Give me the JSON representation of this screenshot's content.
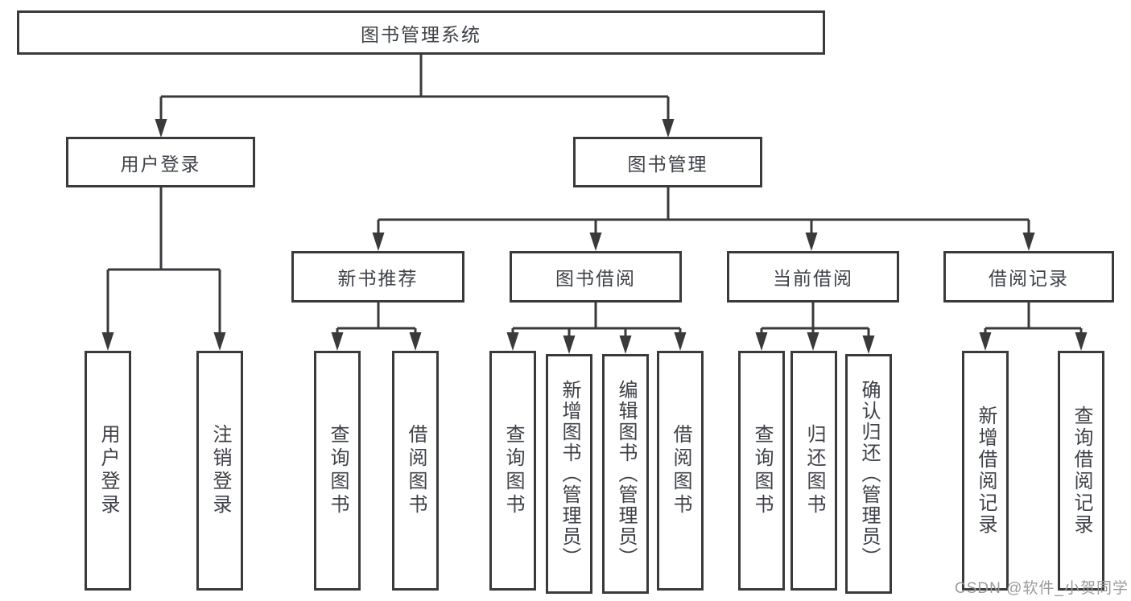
{
  "diagram": {
    "type": "tree",
    "colors": {
      "line": "#3a3a3c",
      "text": "#3e4147",
      "watermark": "#9b9b9e",
      "background": "#ffffff"
    },
    "root": {
      "label": "图书管理系统"
    },
    "level1": {
      "user_login": {
        "label": "用户登录"
      },
      "book_management": {
        "label": "图书管理"
      }
    },
    "level2": {
      "new_book_recommend": {
        "label": "新书推荐",
        "parent": "图书管理"
      },
      "book_borrow": {
        "label": "图书借阅",
        "parent": "图书管理"
      },
      "current_borrow": {
        "label": "当前借阅",
        "parent": "图书管理"
      },
      "borrow_records": {
        "label": "借阅记录",
        "parent": "图书管理"
      }
    },
    "leaves": {
      "ul_login": {
        "label": "用户登录",
        "parent": "用户登录"
      },
      "ul_logout": {
        "label": "注销登录",
        "parent": "用户登录"
      },
      "nb_query": {
        "label": "查询图书",
        "parent": "新书推荐"
      },
      "nb_borrow": {
        "label": "借阅图书",
        "parent": "新书推荐"
      },
      "bb_query": {
        "label": "查询图书",
        "parent": "图书借阅"
      },
      "bb_add_admin": {
        "label": "新增图书（管理员）",
        "parent": "图书借阅"
      },
      "bb_edit_admin": {
        "label": "编辑图书（管理员）",
        "parent": "图书借阅"
      },
      "bb_borrow": {
        "label": "借阅图书",
        "parent": "图书借阅"
      },
      "cb_query": {
        "label": "查询图书",
        "parent": "当前借阅"
      },
      "cb_return": {
        "label": "归还图书",
        "parent": "当前借阅"
      },
      "cb_confirm_admin": {
        "label": "确认归还（管理员）",
        "parent": "当前借阅"
      },
      "br_add": {
        "label": "新增借阅记录",
        "parent": "借阅记录"
      },
      "br_query": {
        "label": "查询借阅记录",
        "parent": "借阅记录"
      }
    },
    "watermark": {
      "text": "CSDN @软件_小贺同学"
    }
  }
}
